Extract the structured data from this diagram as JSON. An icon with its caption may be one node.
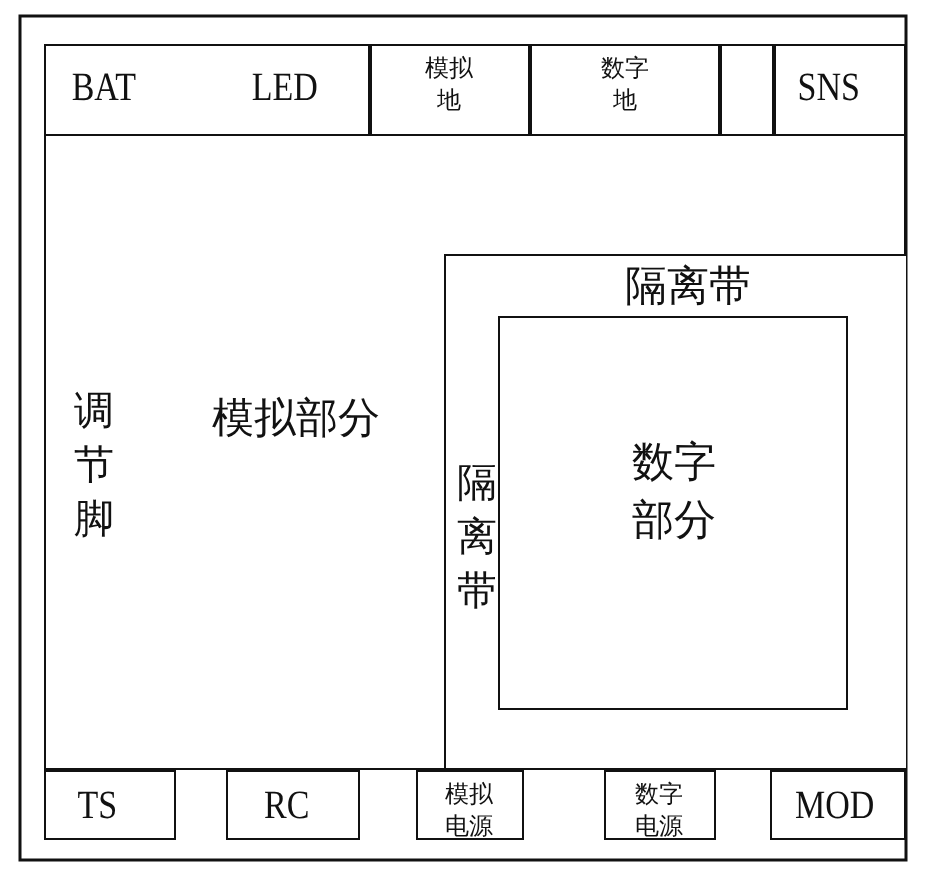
{
  "diagram": {
    "nodes": [
      {
        "text": [
          "BAT",
          "LED"
        ]
      },
      {
        "text": [
          "模拟地"
        ]
      },
      {
        "text": [
          "数字地"
        ]
      },
      {
        "text": [],
        "shape": "box"
      },
      {
        "text": [
          "SNS"
        ]
      },
      {
        "text": [
          "模拟部分"
        ]
      },
      {
        "text": [
          "隔离带",
          "隔离带"
        ],
        "in": 5
      },
      {
        "text": [
          "数字部分"
        ],
        "in": 6
      },
      {
        "text": [
          "TS"
        ]
      },
      {
        "text": [
          "RC"
        ]
      },
      {
        "text": [
          "模拟电源"
        ]
      },
      {
        "text": [
          "数字电源"
        ]
      },
      {
        "text": [
          "MOD"
        ]
      }
    ],
    "edges": [],
    "labels": [
      "调节脚"
    ]
  }
}
